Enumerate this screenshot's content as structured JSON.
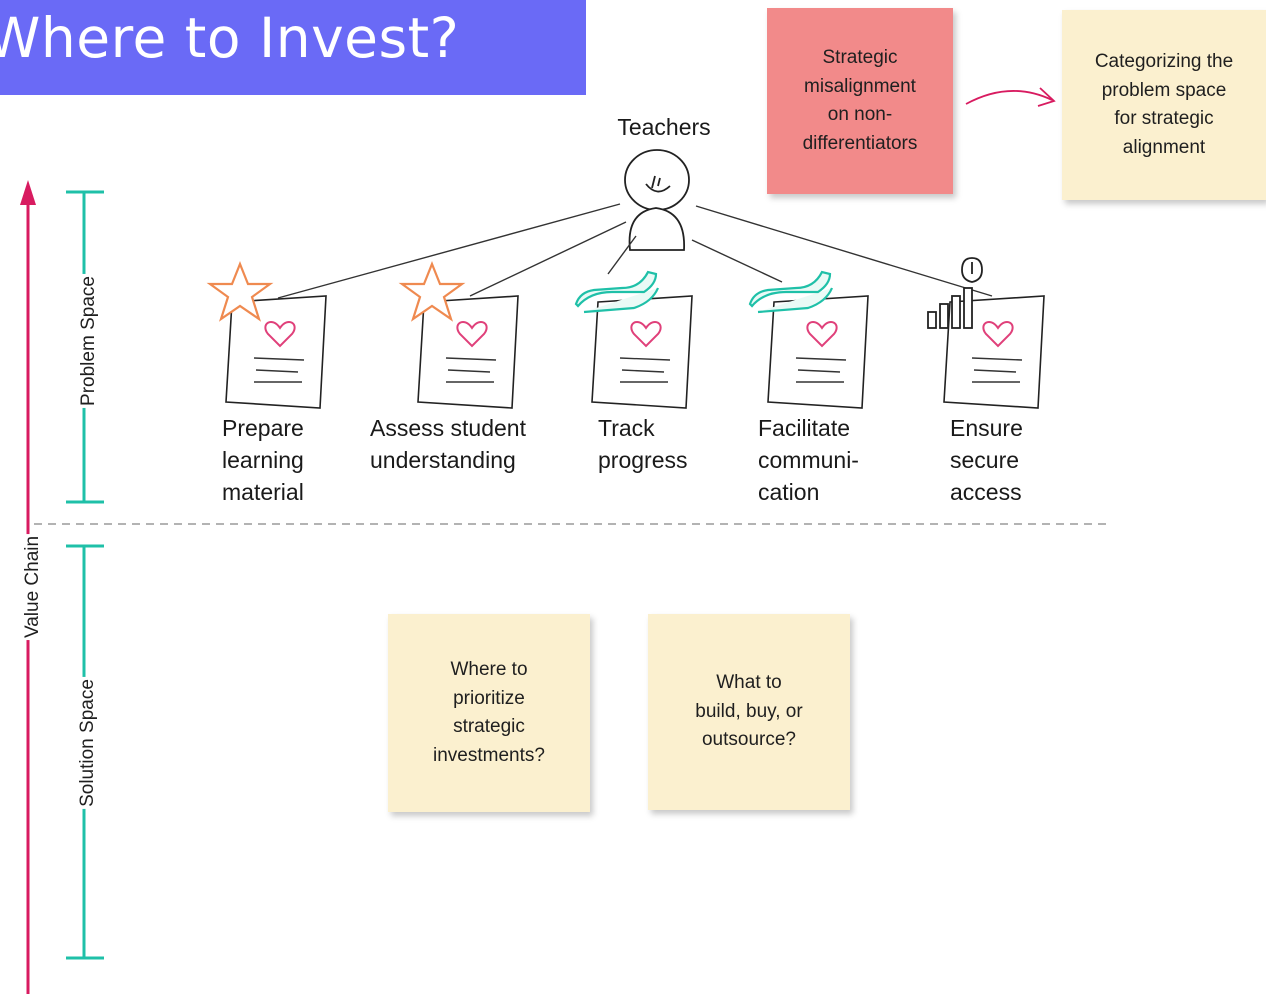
{
  "title": "Where to Invest?",
  "persona": {
    "label": "Teachers"
  },
  "axis": {
    "value_chain": "Value Chain",
    "problem_space": "Problem Space",
    "solution_space": "Solution Space"
  },
  "tasks": [
    {
      "label": "Prepare\nlearning\nmaterial",
      "badge": "star-icon"
    },
    {
      "label": "Assess student\nunderstanding",
      "badge": "star-icon"
    },
    {
      "label": "Track\nprogress",
      "badge": "hand-icon"
    },
    {
      "label": "Facilitate\ncommuni-\ncation",
      "badge": "hand-icon"
    },
    {
      "label": "Ensure\nsecure\naccess",
      "badge": "tools-icon"
    }
  ],
  "notes": {
    "misalignment": "Strategic\nmisalignment\non non-\ndifferentiators",
    "categorizing": "Categorizing the\nproblem space\nfor strategic\nalignment",
    "prioritize": "Where to\nprioritize\nstrategic\ninvestments?",
    "build_buy": "What to\nbuild, buy, or\noutsource?"
  },
  "colors": {
    "title_bg": "#6a6af6",
    "arrow": "#d81b60",
    "bracket": "#1fc0a8",
    "sticky_yellow": "#fbf0cf",
    "sticky_red": "#f28a8a"
  }
}
